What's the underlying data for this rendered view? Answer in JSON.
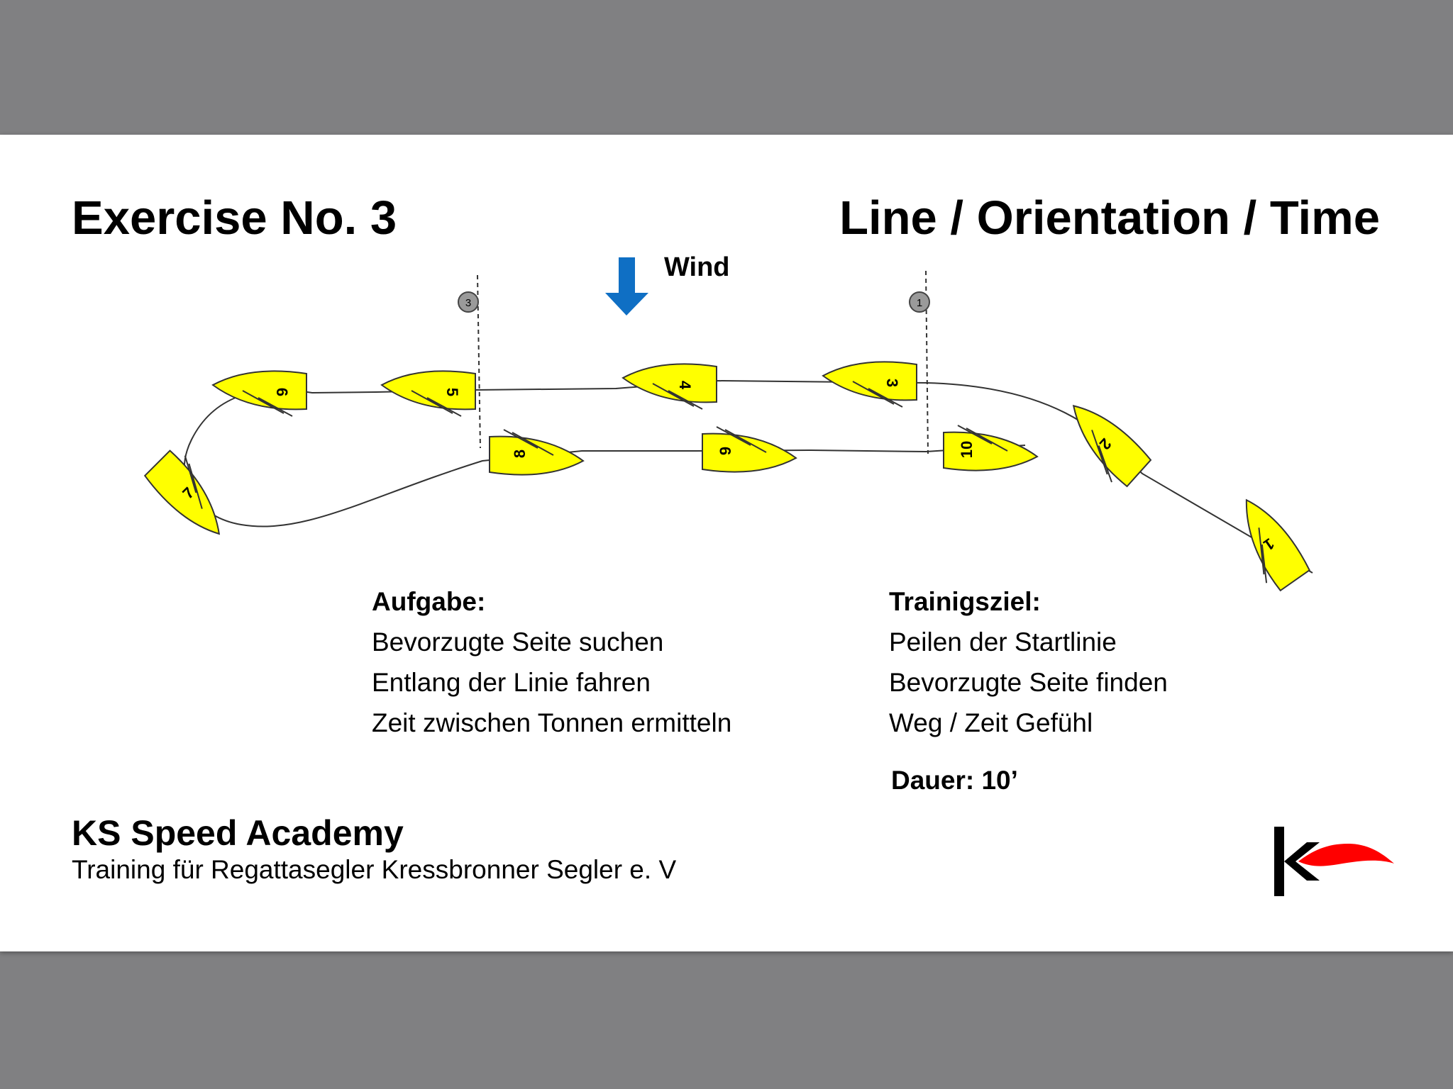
{
  "header": {
    "exercise_title": "Exercise No. 3",
    "topic_title": "Line / Orientation / Time"
  },
  "diagram": {
    "wind_label": "Wind",
    "marks": [
      {
        "id": "mark-3",
        "label": "3"
      },
      {
        "id": "mark-1",
        "label": "1"
      }
    ],
    "boats": [
      "1",
      "2",
      "3",
      "4",
      "5",
      "6",
      "7",
      "8",
      "9",
      "10"
    ],
    "colors": {
      "boat_fill": "#ffff00",
      "wind_arrow": "#0f6fc4",
      "mark_fill": "#9a9a9a"
    }
  },
  "task": {
    "heading": "Aufgabe:",
    "items": [
      "Bevorzugte Seite suchen",
      "Entlang der Linie fahren",
      "Zeit zwischen Tonnen ermitteln"
    ]
  },
  "goal": {
    "heading": "Trainigsziel:",
    "items": [
      "Peilen der Startlinie",
      "Bevorzugte Seite finden",
      "Weg / Zeit Gefühl"
    ]
  },
  "duration": "Dauer: 10’",
  "footer": {
    "academy": "KS Speed Academy",
    "subtitle": "Training für Regattasegler Kressbronner Segler e. V"
  },
  "logo": {
    "icon": "ks-burgee-logo",
    "colors": {
      "letter": "#000000",
      "pennant": "#ff0000"
    }
  }
}
